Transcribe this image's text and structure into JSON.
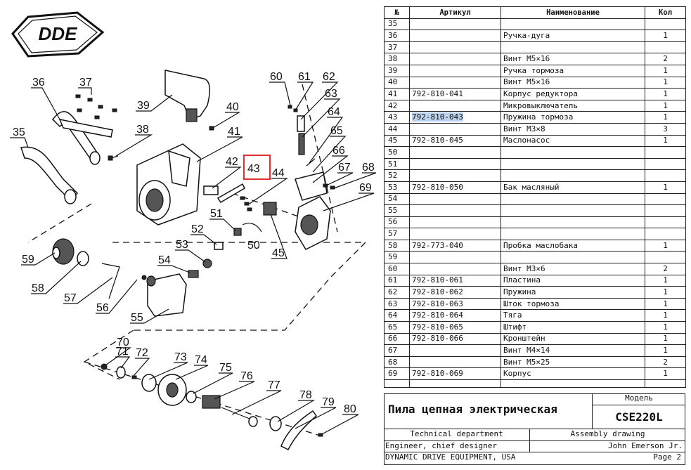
{
  "brand": {
    "logo_text": "DDE"
  },
  "callouts": [
    "35",
    "36",
    "37",
    "38",
    "39",
    "40",
    "41",
    "42",
    "43",
    "44",
    "45",
    "50",
    "51",
    "52",
    "53",
    "54",
    "55",
    "56",
    "57",
    "58",
    "59",
    "60",
    "61",
    "62",
    "63",
    "64",
    "65",
    "66",
    "67",
    "68",
    "69",
    "70",
    "71",
    "72",
    "73",
    "74",
    "75",
    "76",
    "77",
    "78",
    "79",
    "80"
  ],
  "highlight": {
    "callout": "43",
    "color": "#e03030",
    "row_color": "#bcd3ee"
  },
  "table": {
    "headers": {
      "num": "№",
      "article": "Артикул",
      "name": "Наименование",
      "qty": "Кол"
    },
    "rows": [
      {
        "num": "35",
        "article": "",
        "name": "",
        "qty": ""
      },
      {
        "num": "36",
        "article": "",
        "name": "Ручка-дуга",
        "qty": "1"
      },
      {
        "num": "37",
        "article": "",
        "name": "",
        "qty": ""
      },
      {
        "num": "38",
        "article": "",
        "name": "Винт М5×16",
        "qty": "2"
      },
      {
        "num": "39",
        "article": "",
        "name": "Ручка тормоза",
        "qty": "1"
      },
      {
        "num": "40",
        "article": "",
        "name": "Винт М5×16",
        "qty": "1"
      },
      {
        "num": "41",
        "article": "792-810-041",
        "name": "Корпус редуктора",
        "qty": "1"
      },
      {
        "num": "42",
        "article": "",
        "name": "Микровыключатель",
        "qty": "1"
      },
      {
        "num": "43",
        "article": "792-810-043",
        "name": "Пружина тормоза",
        "qty": "1"
      },
      {
        "num": "44",
        "article": "",
        "name": "Винт М3×8",
        "qty": "3"
      },
      {
        "num": "45",
        "article": "792-810-045",
        "name": "Маслонасос",
        "qty": "1"
      },
      {
        "num": "50",
        "article": "",
        "name": "",
        "qty": ""
      },
      {
        "num": "51",
        "article": "",
        "name": "",
        "qty": ""
      },
      {
        "num": "52",
        "article": "",
        "name": "",
        "qty": ""
      },
      {
        "num": "53",
        "article": "792-810-050",
        "name": "Бак масляный",
        "qty": "1"
      },
      {
        "num": "54",
        "article": "",
        "name": "",
        "qty": ""
      },
      {
        "num": "55",
        "article": "",
        "name": "",
        "qty": ""
      },
      {
        "num": "56",
        "article": "",
        "name": "",
        "qty": ""
      },
      {
        "num": "57",
        "article": "",
        "name": "",
        "qty": ""
      },
      {
        "num": "58",
        "article": "792-773-040",
        "name": "Пробка маслобака",
        "qty": "1"
      },
      {
        "num": "59",
        "article": "",
        "name": "",
        "qty": ""
      },
      {
        "num": "60",
        "article": "",
        "name": "Винт М3×6",
        "qty": "2"
      },
      {
        "num": "61",
        "article": "792-810-061",
        "name": "Пластина",
        "qty": "1"
      },
      {
        "num": "62",
        "article": "792-810-062",
        "name": "Пружина",
        "qty": "1"
      },
      {
        "num": "63",
        "article": "792-810-063",
        "name": "Шток тормоза",
        "qty": "1"
      },
      {
        "num": "64",
        "article": "792-810-064",
        "name": "Тяга",
        "qty": "1"
      },
      {
        "num": "65",
        "article": "792-810-065",
        "name": "Штифт",
        "qty": "1"
      },
      {
        "num": "66",
        "article": "792-810-066",
        "name": "Кронштейн",
        "qty": "1"
      },
      {
        "num": "67",
        "article": "",
        "name": "Винт М4×14",
        "qty": "1"
      },
      {
        "num": "68",
        "article": "",
        "name": "Винт М5×25",
        "qty": "2"
      },
      {
        "num": "69",
        "article": "792-810-069",
        "name": "Корпус",
        "qty": "1"
      }
    ]
  },
  "title_block": {
    "model_label": "Модель",
    "product_name": "Пила цепная электрическая",
    "model": "CSE220L",
    "department": "Technical department",
    "drawing_type": "Assembly drawing",
    "role": "Engineer, chief designer",
    "person": "John Emerson Jr.",
    "company": "DYNAMIC DRIVE EQUIPMENT, USA",
    "page": "Page 2"
  }
}
